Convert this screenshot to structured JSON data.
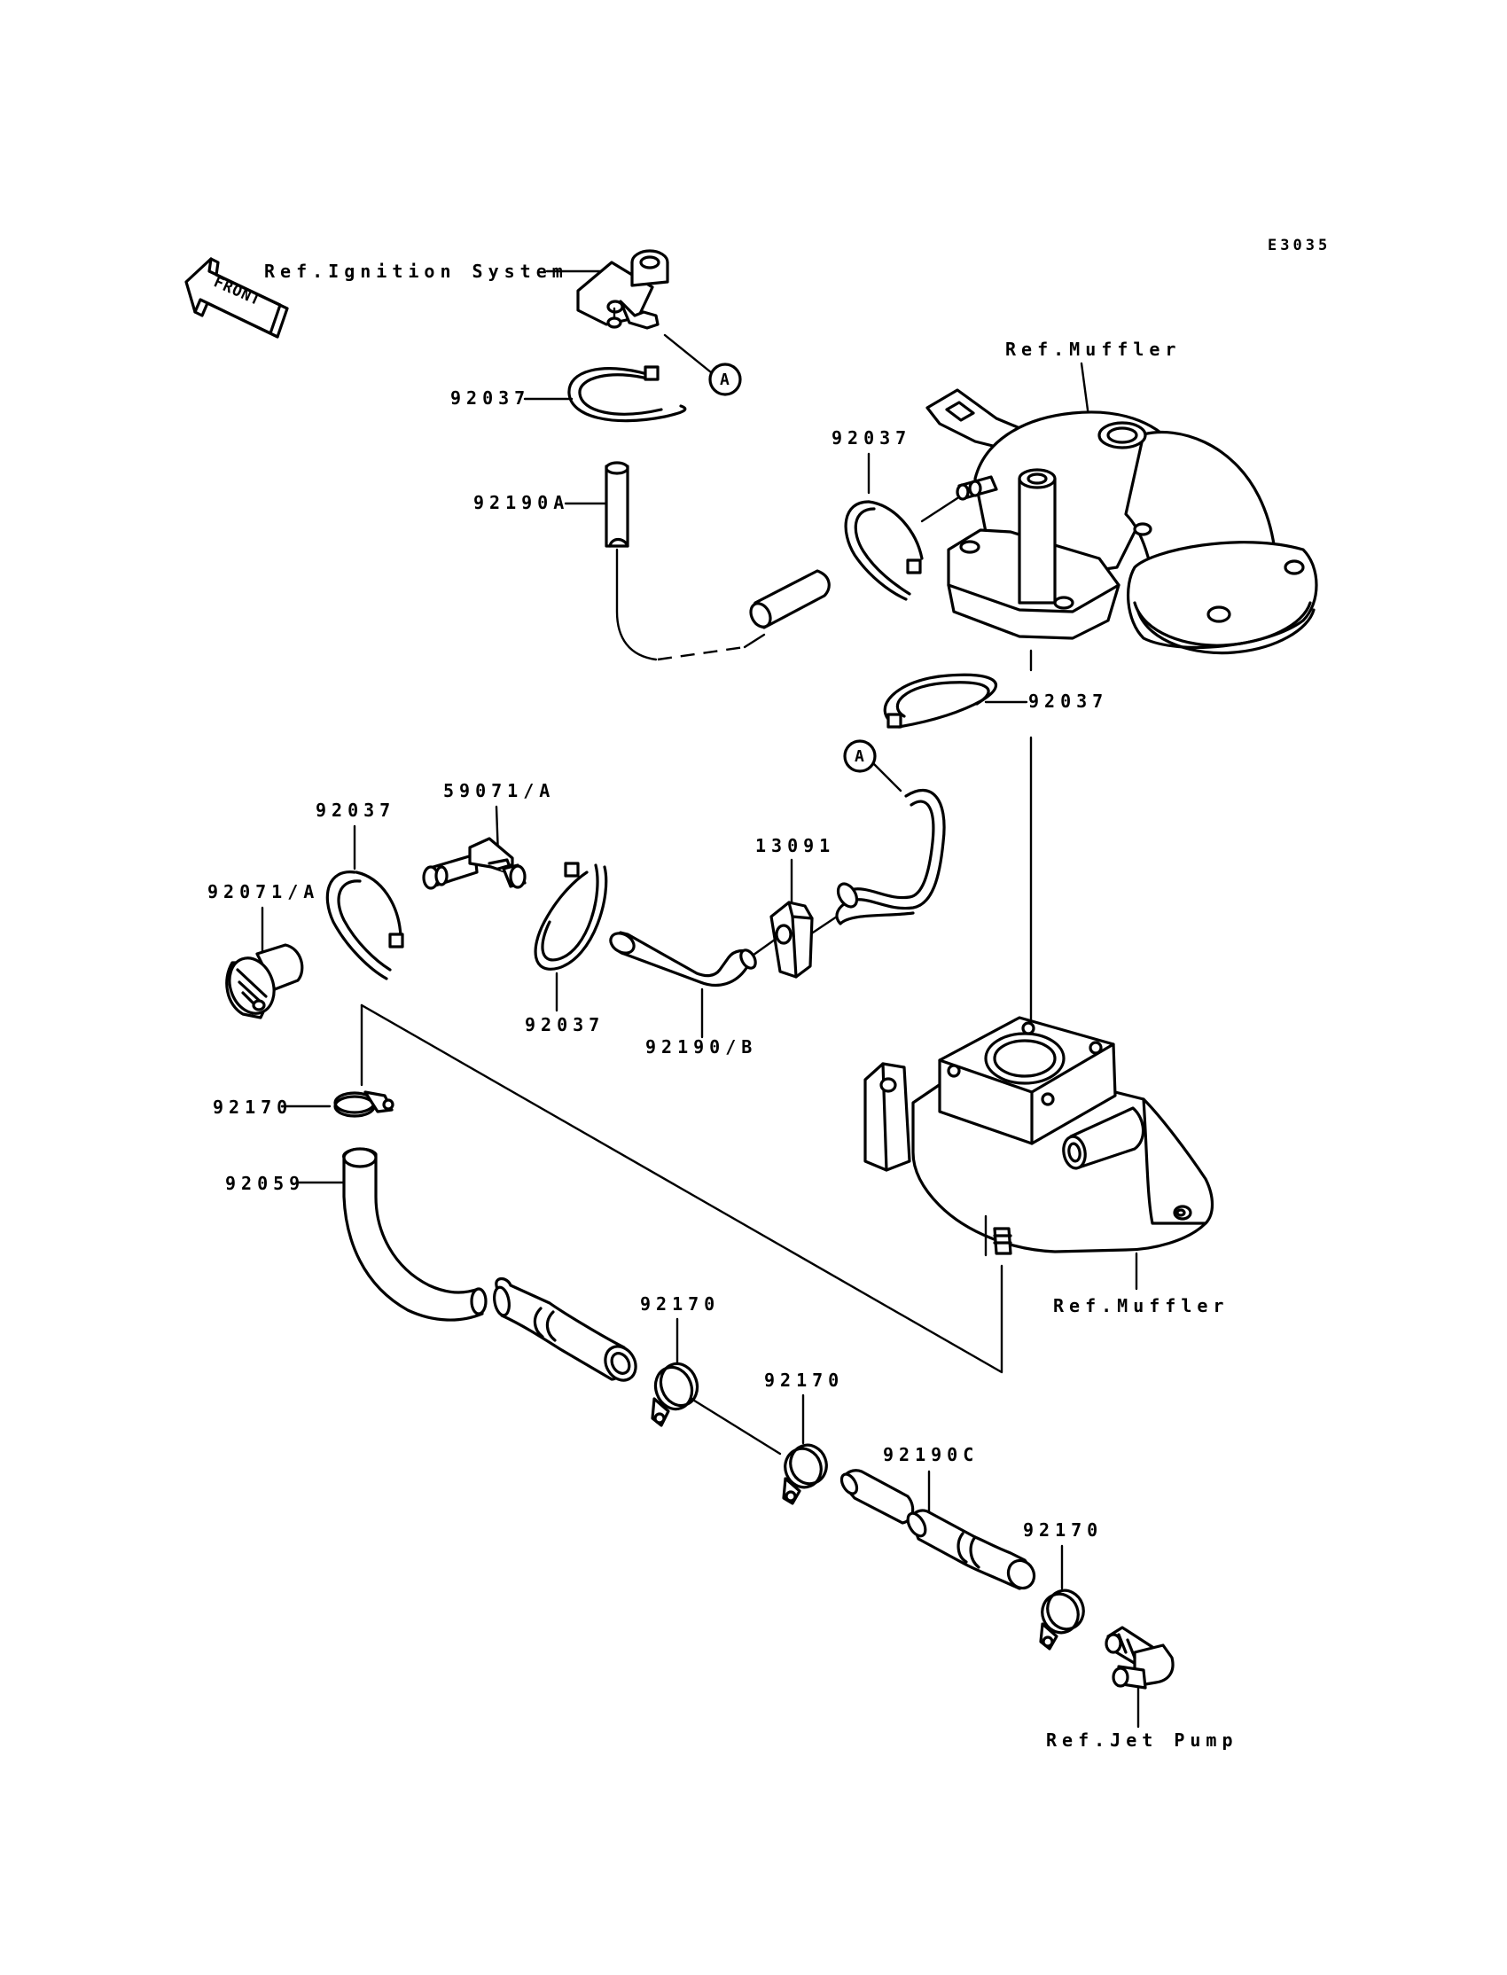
{
  "diagram_code": "E3035",
  "front_label": "FRONT",
  "ref_labels": {
    "ignition": "Ref.Ignition System",
    "muffler_top": "Ref.Muffler",
    "muffler_bottom": "Ref.Muffler",
    "jet_pump": "Ref.Jet Pump"
  },
  "connector_marks": {
    "a1": "A",
    "a2": "A"
  },
  "part_labels": {
    "p92037_a": "92037",
    "p92037_b": "92037",
    "p92037_c": "92037",
    "p92037_d": "92037",
    "p92037_e": "92037",
    "p92190a": "92190A",
    "p59071a": "59071/A",
    "p13091": "13091",
    "p92071a": "92071/A",
    "p92190b": "92190/B",
    "p92170_a": "92170",
    "p92170_b": "92170",
    "p92170_c": "92170",
    "p92170_d": "92170",
    "p92059": "92059",
    "p92190c": "92190C"
  }
}
